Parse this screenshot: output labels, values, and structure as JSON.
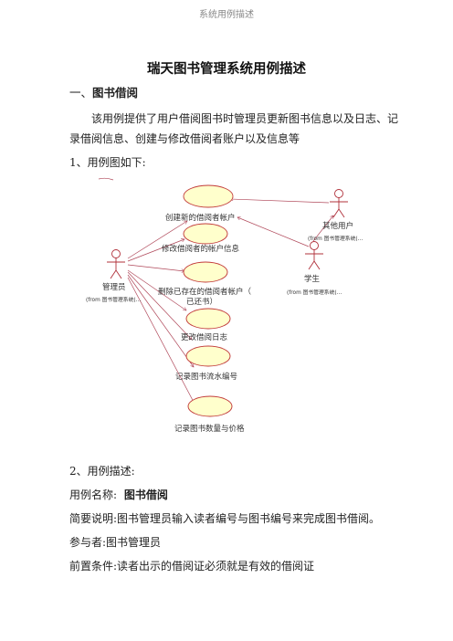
{
  "header": {
    "text": "系统用例描述"
  },
  "title": "瑞天图书管理系统用例描述",
  "section1": {
    "heading_num": "一、",
    "heading_text": "图书借阅",
    "intro_line1": "该用例提供了用户借阅图书时管理员更新图书信息以及日志、记",
    "intro_line2": "录借阅信息、创建与修改借阅者账户以及信息等",
    "diagram_caption": "1、用例图如下:"
  },
  "diagram": {
    "actors": {
      "admin": {
        "name": "管理员",
        "from": "(from 图书管理系统(..."
      },
      "other": {
        "name": "其他用户",
        "from": "(from 图书管理系统(..."
      },
      "student": {
        "name": "学生",
        "from": "(from 图书管理系统(..."
      }
    },
    "use_cases": {
      "create_account": "创建新的借阅者帐户",
      "modify_account": "修改借阅者的帐户信息",
      "delete_account_l1": "删除已存在的借阅者帐户（",
      "delete_account_l2": "已还书）",
      "update_log": "更改借阅日志",
      "record_serial": "记录图书流水编号",
      "record_qty": "记录图书数量与价格"
    },
    "colors": {
      "ellipse_fill": "#ffffcc",
      "stroke": "#c23a3a"
    }
  },
  "section2": {
    "heading": "2、用例描述:",
    "name_label": "用例名称:",
    "name_value": "图书借阅",
    "brief": "简要说明:图书管理员输入读者编号与图书编号来完成图书借阅。",
    "participant": "参与者:图书管理员",
    "precondition": "前置条件:读者出示的借阅证必须就是有效的借阅证"
  }
}
